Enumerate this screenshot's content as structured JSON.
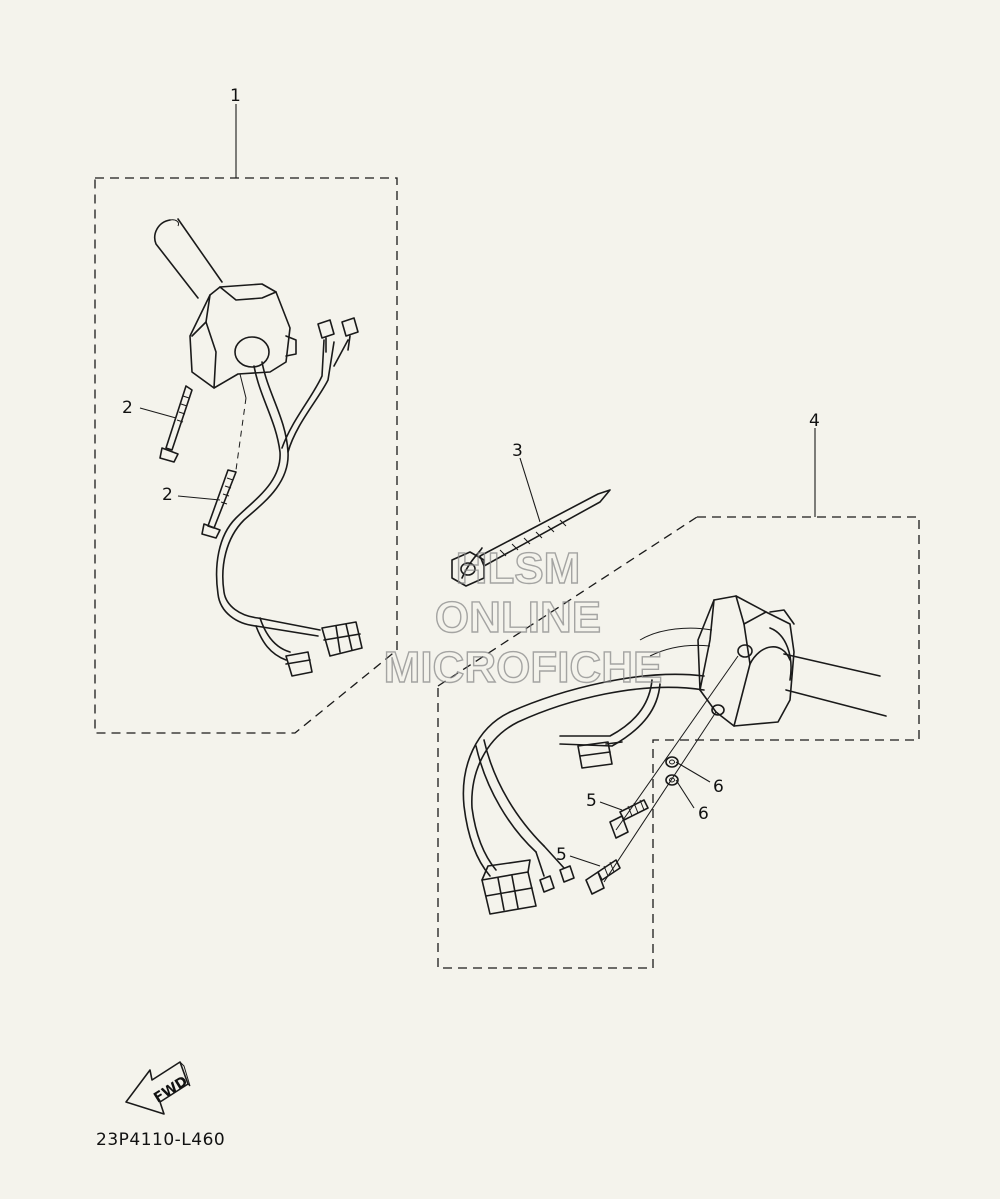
{
  "callouts": {
    "c1": "1",
    "c2a": "2",
    "c2b": "2",
    "c3": "3",
    "c4": "4",
    "c5a": "5",
    "c5b": "5",
    "c6a": "6",
    "c6b": "6"
  },
  "watermark": {
    "line1": "HLSM",
    "line2": "ONLINE",
    "line3": "MICROFICHE"
  },
  "fwd_label": "FWD",
  "part_code": "23P4110-L460",
  "colors": {
    "background": "#f4f3ec",
    "ink": "#1a1a1a",
    "watermark": "#8a8a8a"
  }
}
